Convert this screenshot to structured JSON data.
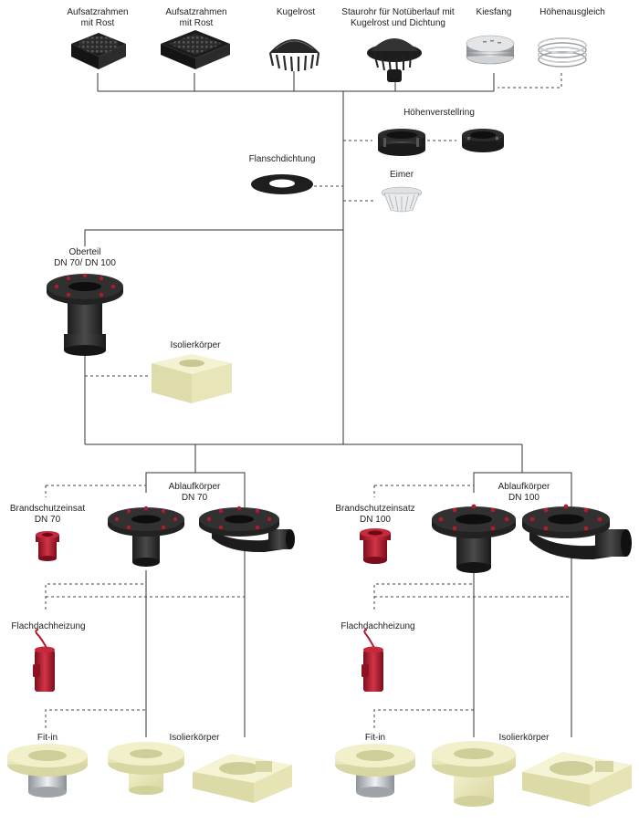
{
  "labels": {
    "aufsatz1": [
      "Aufsatzrahmen",
      "mit Rost"
    ],
    "aufsatz2": [
      "Aufsatzrahmen",
      "mit Rost"
    ],
    "kugelrost": "Kugelrost",
    "staurohr": [
      "Staurohr für Notüberlauf mit",
      "Kugelrost und Dichtung"
    ],
    "kiesfang": "Kiesfang",
    "hoehenausgleich": "Höhenausgleich",
    "hoehenverstellring": "Höhenverstellring",
    "flanschdichtung": "Flanschdichtung",
    "eimer": "Eimer",
    "oberteil": [
      "Oberteil",
      "DN 70/ DN 100"
    ],
    "isolierkoerper_top": "Isolierkörper",
    "ablauf70": [
      "Ablaufkörper",
      "DN 70"
    ],
    "ablauf100": [
      "Ablaufkörper",
      "DN 100"
    ],
    "brand70": [
      "Brandschutzeinsat",
      "DN 70"
    ],
    "brand100": [
      "Brandschutzeinsatz",
      "DN 100"
    ],
    "flachdach_left": "Flachdachheizung",
    "flachdach_right": "Flachdachheizung",
    "fitin_left": "Fit-in",
    "fitin_right": "Fit-in",
    "isolier_left": "Isolierkörper",
    "isolier_right": "Isolierkörper"
  },
  "icons": {
    "aufsatz_round": "round-grate-frame-icon",
    "aufsatz_square": "square-grate-frame-icon",
    "kugelrost": "dome-grate-icon",
    "staurohr": "overflow-pipe-icon",
    "kiesfang": "gravel-guard-icon",
    "hoehenausgleich": "height-ring-icon",
    "hoehenverstellring": "adjustment-ring-icon",
    "flanschdichtung": "flange-gasket-icon",
    "eimer": "bucket-icon",
    "oberteil": "upper-part-icon",
    "isolierkoerper": "insulation-block-icon",
    "ablauf_vertical": "vertical-drain-body-icon",
    "ablauf_horizontal": "horizontal-drain-body-icon",
    "brandschutz": "fire-protection-insert-icon",
    "flachdachheizung": "roof-heating-icon",
    "fitin": "fit-in-icon",
    "isolier_round": "round-insulation-icon",
    "isolier_side": "side-insulation-icon"
  },
  "colors": {
    "product_black": "#2a2a2a",
    "product_red": "#b01c2e",
    "insulation_cream": "#ecebbd",
    "metal": "#c9ccd1",
    "lines": "#333333"
  }
}
